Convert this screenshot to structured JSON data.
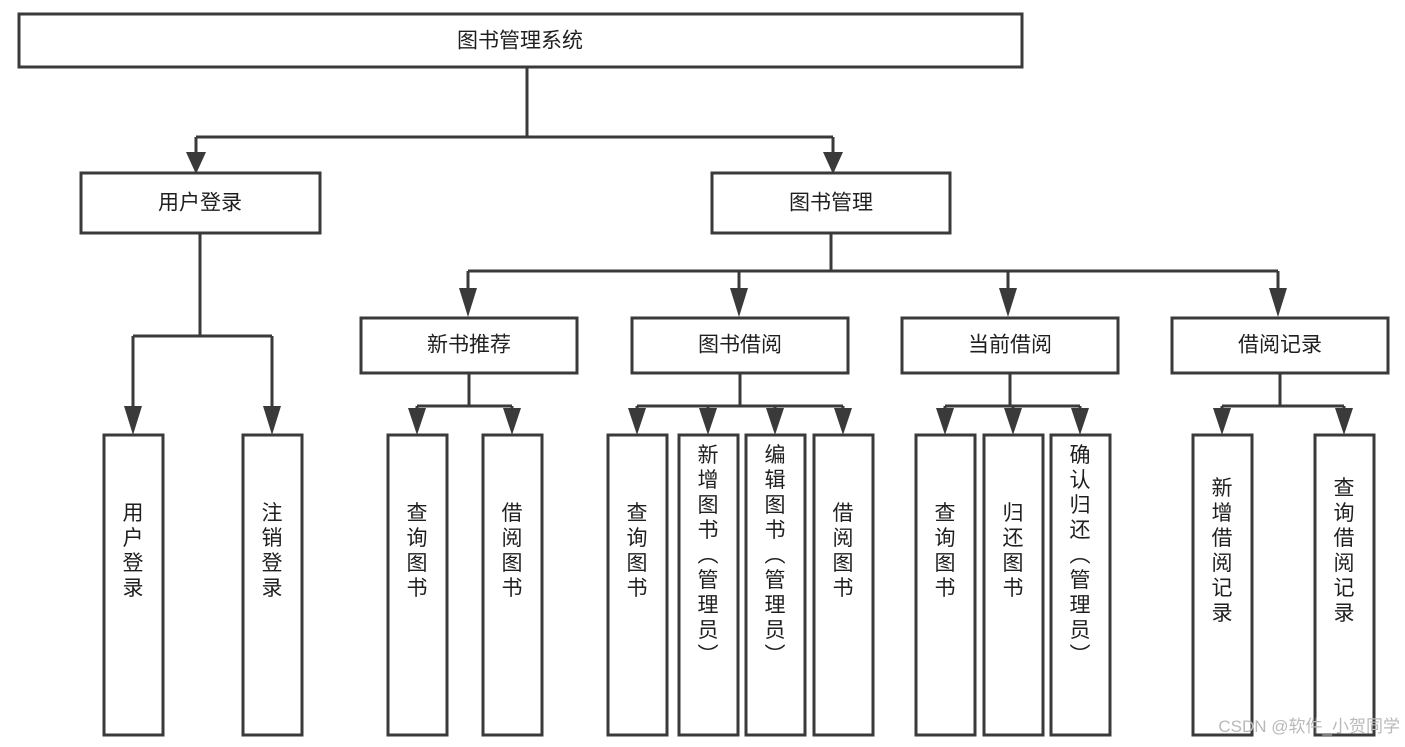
{
  "diagram": {
    "type": "tree-hierarchy-chart",
    "title": "图书管理系统",
    "background_color": "#ffffff",
    "line_color": "#3a3a3a",
    "text_color": "#1f1f1f",
    "root": {
      "id": "root",
      "label": "图书管理系统",
      "orientation": "horizontal"
    },
    "level1": [
      {
        "id": "user-login",
        "label": "用户登录",
        "orientation": "horizontal"
      },
      {
        "id": "book-management",
        "label": "图书管理",
        "orientation": "horizontal"
      }
    ],
    "level2": [
      {
        "id": "new-book-recommend",
        "label": "新书推荐",
        "parent": "book-management",
        "orientation": "horizontal"
      },
      {
        "id": "book-borrow",
        "label": "图书借阅",
        "parent": "book-management",
        "orientation": "horizontal"
      },
      {
        "id": "current-borrow",
        "label": "当前借阅",
        "parent": "book-management",
        "orientation": "horizontal"
      },
      {
        "id": "borrow-record",
        "label": "借阅记录",
        "parent": "book-management",
        "orientation": "horizontal"
      }
    ],
    "leaves": [
      {
        "id": "leaf-user-login",
        "label": "用户登录",
        "parent": "user-login",
        "orientation": "vertical"
      },
      {
        "id": "leaf-logout-login",
        "label": "注销登录",
        "parent": "user-login",
        "orientation": "vertical"
      },
      {
        "id": "leaf-query-book-1",
        "label": "查询图书",
        "parent": "new-book-recommend",
        "orientation": "vertical"
      },
      {
        "id": "leaf-borrow-book-1",
        "label": "借阅图书",
        "parent": "new-book-recommend",
        "orientation": "vertical"
      },
      {
        "id": "leaf-query-book-2",
        "label": "查询图书",
        "parent": "book-borrow",
        "orientation": "vertical"
      },
      {
        "id": "leaf-add-book",
        "label": "新增图书（管理员）",
        "parent": "book-borrow",
        "orientation": "vertical"
      },
      {
        "id": "leaf-edit-book",
        "label": "编辑图书（管理员）",
        "parent": "book-borrow",
        "orientation": "vertical"
      },
      {
        "id": "leaf-borrow-book-2",
        "label": "借阅图书",
        "parent": "book-borrow",
        "orientation": "vertical"
      },
      {
        "id": "leaf-query-book-3",
        "label": "查询图书",
        "parent": "current-borrow",
        "orientation": "vertical"
      },
      {
        "id": "leaf-return-book",
        "label": "归还图书",
        "parent": "current-borrow",
        "orientation": "vertical"
      },
      {
        "id": "leaf-confirm-return",
        "label": "确认归还（管理员）",
        "parent": "current-borrow",
        "orientation": "vertical"
      },
      {
        "id": "leaf-add-record",
        "label": "新增借阅记录",
        "parent": "borrow-record",
        "orientation": "vertical"
      },
      {
        "id": "leaf-query-record",
        "label": "查询借阅记录",
        "parent": "borrow-record",
        "orientation": "vertical"
      }
    ],
    "watermark": "CSDN @软件_小贺同学"
  }
}
